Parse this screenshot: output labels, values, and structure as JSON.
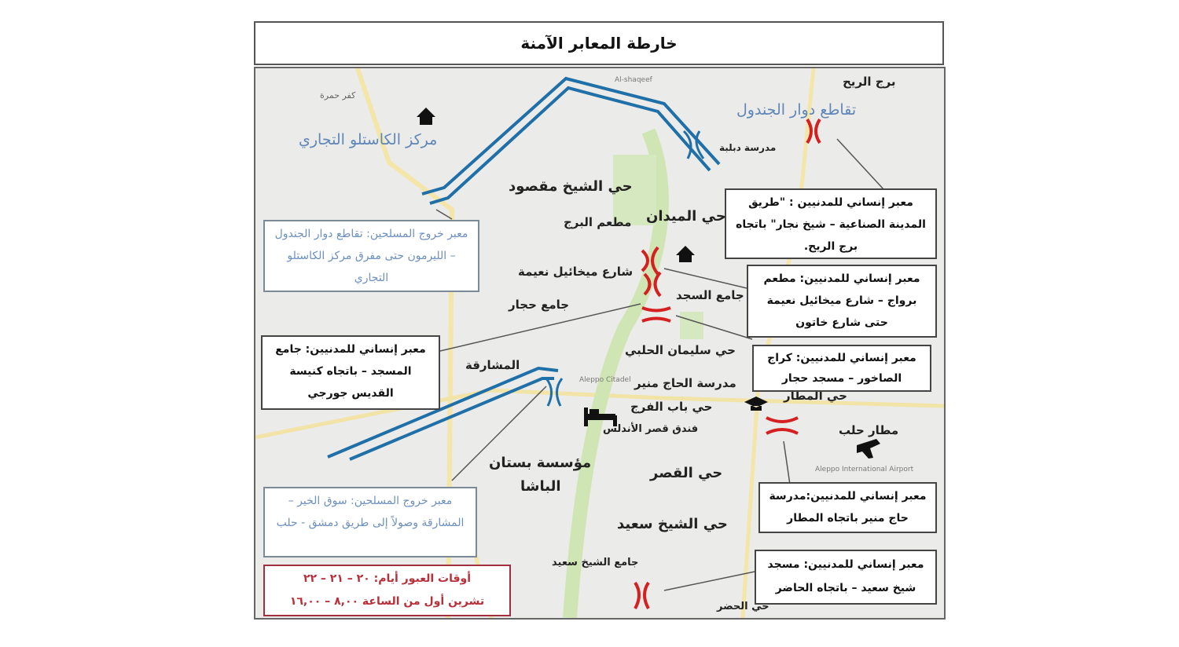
{
  "title": "خارطة المعابر الآمنة",
  "colors": {
    "exit_route": "#1f6fa8",
    "civilian_crossing": "#d42020",
    "exit_text": "#6d90bd",
    "schedule_text": "#b8303a"
  },
  "icons": [
    "house-icon",
    "graduation-cap-icon",
    "bed-icon",
    "airplane-icon",
    "crossing-marker-icon"
  ],
  "labels": [
    "كفر حمرة",
    "مركز الكاستلو التجاري",
    "برج الريح",
    "تقاطع دوار الجندول",
    "مدرسة دبلبة",
    "حي الشيخ مقصود",
    "مطعم البرج",
    "حي الميدان",
    "شارع ميخائيل نعيمة",
    "جامع السجد",
    "جامع حجار",
    "حي سليمان الحلبي",
    "المشارقة",
    "مدرسة الحاج منير",
    "حي المطار",
    "حي باب الفرج",
    "فندق قصر الأندلس",
    "مطار حلب",
    "مؤسسة بستان",
    "الباشا",
    "حي القصر",
    "حي الشيخ سعيد",
    "جامع الشيخ سعيد",
    "حي الحضر"
  ],
  "map_english": [
    "Al-shaqeef",
    "Aleppo Citadel",
    "Aleppo International Airport"
  ],
  "callouts": [
    "معبر خروج المسلحين: تقاطع دوار الجندول – الليرمون حتى مفرق مركز الكاستلو التجاري",
    "معبر إنساني للمدنيين: جامع المسجد – باتجاه كنيسة القديس جورجي",
    "معبر إنساني للمدنيين : \"طريق المدينة الصناعية – شيخ نجار\" باتجاه برج الريح.",
    "معبر إنساني للمدنيين: مطعم برواج – شارع ميخائيل نعيمة حتى شارع خاتون",
    "معبر إنساني للمدنيين: كراج الصاخور – مسجد حجار",
    "معبر إنساني للمدنيين:مدرسة حاج منير باتجاه المطار",
    "معبر إنساني للمدنيين: مسجد شيخ سعيد – باتجاه الحاضر",
    "معبر خروج المسلحين: سوق الخير – المشارقة وصولاً إلى طريق دمشق - حلب"
  ],
  "schedule": [
    "أوقات العبور أيام: ٢٠ – ٢١ – ٢٢",
    "تشرين أول من الساعة ٨,٠٠ – ١٦,٠٠"
  ]
}
